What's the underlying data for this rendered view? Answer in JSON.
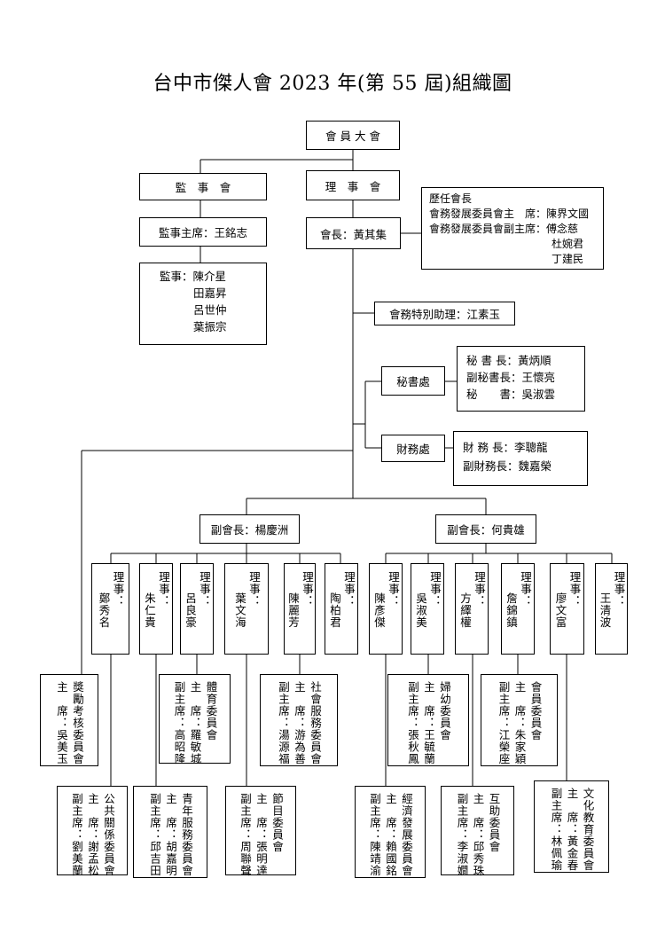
{
  "title": "台中市傑人會 2023 年(第 55 屆)組織圖",
  "general_assembly": "會 員 大 會",
  "supervisors": {
    "title": "監　事　會",
    "chair": "監事主席：王銘志",
    "members": [
      "監事：陳介星",
      "田嘉昇",
      "呂世仲",
      "葉振宗"
    ]
  },
  "board": {
    "title": "理　事　會",
    "president": "會長：黃其集"
  },
  "development": [
    "歷任會長",
    "會務發展委員會主　席：陳界文國",
    "會務發展委員會副主席：傅念慈",
    "杜婉君",
    "丁建民"
  ],
  "special_assistant": "會務特別助理：江素玉",
  "secretariat": {
    "label": "秘書處",
    "staff": [
      "秘 書 長：黃炳順",
      "副秘書長：王懷亮",
      "秘　　書：吳淑雲"
    ]
  },
  "finance": {
    "label": "財務處",
    "staff": [
      "財 務 長：李聰龍",
      "副財務長：魏嘉榮"
    ]
  },
  "vice_presidents": [
    "副會長：楊慶洲",
    "副會長：何貴雄"
  ],
  "directors": [
    [
      "理事：",
      "鄭秀名"
    ],
    [
      "理事：",
      "朱仁貴"
    ],
    [
      "理事：",
      "呂良豪"
    ],
    [
      "理事：",
      "葉文海"
    ],
    [
      "理事：",
      "陳麗芳"
    ],
    [
      "理事：",
      "陶柏君"
    ],
    [
      "理事：",
      "陳彥傑"
    ],
    [
      "理事：",
      "吳淑美"
    ],
    [
      "理事：",
      "方繹權"
    ],
    [
      "理事：",
      "詹錦鎮"
    ],
    [
      "理事：",
      "廖文富"
    ],
    [
      "理事：",
      "王清波"
    ]
  ],
  "committees_upper": [
    [
      "獎勵考核委員會",
      "主　席：吳美玉"
    ],
    [
      "體育委員會",
      "主　席：羅敏城",
      "副主席：高昭隆"
    ],
    [
      "社會服務委員會",
      "主　席：游為善",
      "副主席：湯源福"
    ],
    [
      "婦幼委員會",
      "主　席：王毓蘭",
      "副主席：張秋鳳"
    ],
    [
      "會員委員會",
      "主　席：朱家穎",
      "副主席：江榮座"
    ]
  ],
  "committees_lower": [
    [
      "公共關係委員會",
      "主　席：謝孟松",
      "副主席：劉美蘭"
    ],
    [
      "青年服務委員會",
      "主　席：胡嘉明",
      "副主席：邱吉田"
    ],
    [
      "節目委員會",
      "主　席：張明達",
      "副主席：周聯聲"
    ],
    [
      "經濟發展委員會",
      "主　席：賴國銘",
      "副主席：陳靖渝"
    ],
    [
      "互助委員會",
      "主　席：邱秀珠",
      "副主席：李淑嫺"
    ],
    [
      "文化教育委員會",
      "主　席：黃金春",
      "副主席：林佩瑜"
    ]
  ]
}
